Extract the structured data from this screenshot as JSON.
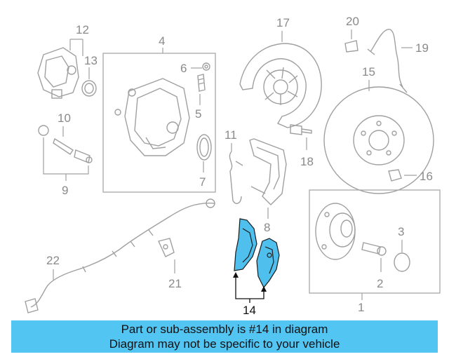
{
  "callouts": {
    "c1": "1",
    "c2": "2",
    "c3": "3",
    "c4": "4",
    "c5": "5",
    "c6": "6",
    "c7": "7",
    "c8": "8",
    "c9": "9",
    "c10": "10",
    "c11": "11",
    "c12": "12",
    "c13": "13",
    "c14": "14",
    "c15": "15",
    "c16": "16",
    "c17": "17",
    "c18": "18",
    "c19": "19",
    "c20": "20",
    "c21": "21",
    "c22": "22"
  },
  "highlighted_part": "14",
  "colors": {
    "highlight": "#4fc0ee",
    "banner": "#53c5f3",
    "line_art": "#a0a0a0"
  },
  "banner": {
    "line1": "Part or sub-assembly is #14 in diagram",
    "line2": "Diagram may not be specific to your vehicle"
  }
}
